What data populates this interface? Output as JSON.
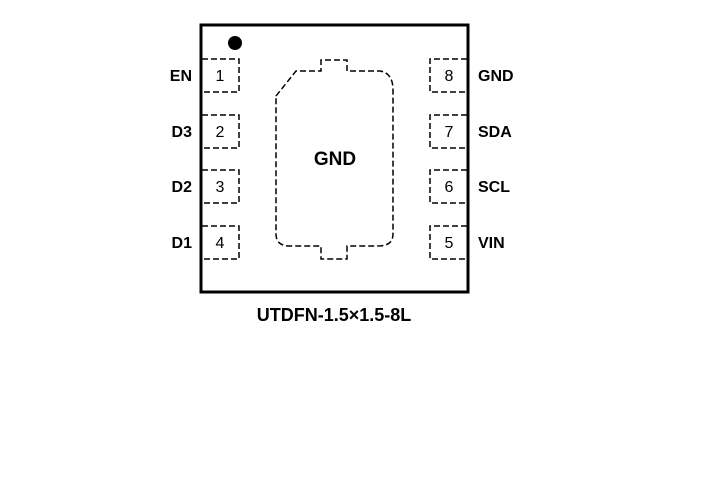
{
  "diagram": {
    "type": "ic-pinout",
    "package_label": "UTDFN-1.5×1.5-8L",
    "exposed_pad_label": "GND",
    "pin1_marker": "dot",
    "left_pins": [
      {
        "number": "1",
        "name": "EN"
      },
      {
        "number": "2",
        "name": "D3"
      },
      {
        "number": "3",
        "name": "D2"
      },
      {
        "number": "4",
        "name": "D1"
      }
    ],
    "right_pins": [
      {
        "number": "8",
        "name": "GND"
      },
      {
        "number": "7",
        "name": "SDA"
      },
      {
        "number": "6",
        "name": "SCL"
      },
      {
        "number": "5",
        "name": "VIN"
      }
    ]
  }
}
